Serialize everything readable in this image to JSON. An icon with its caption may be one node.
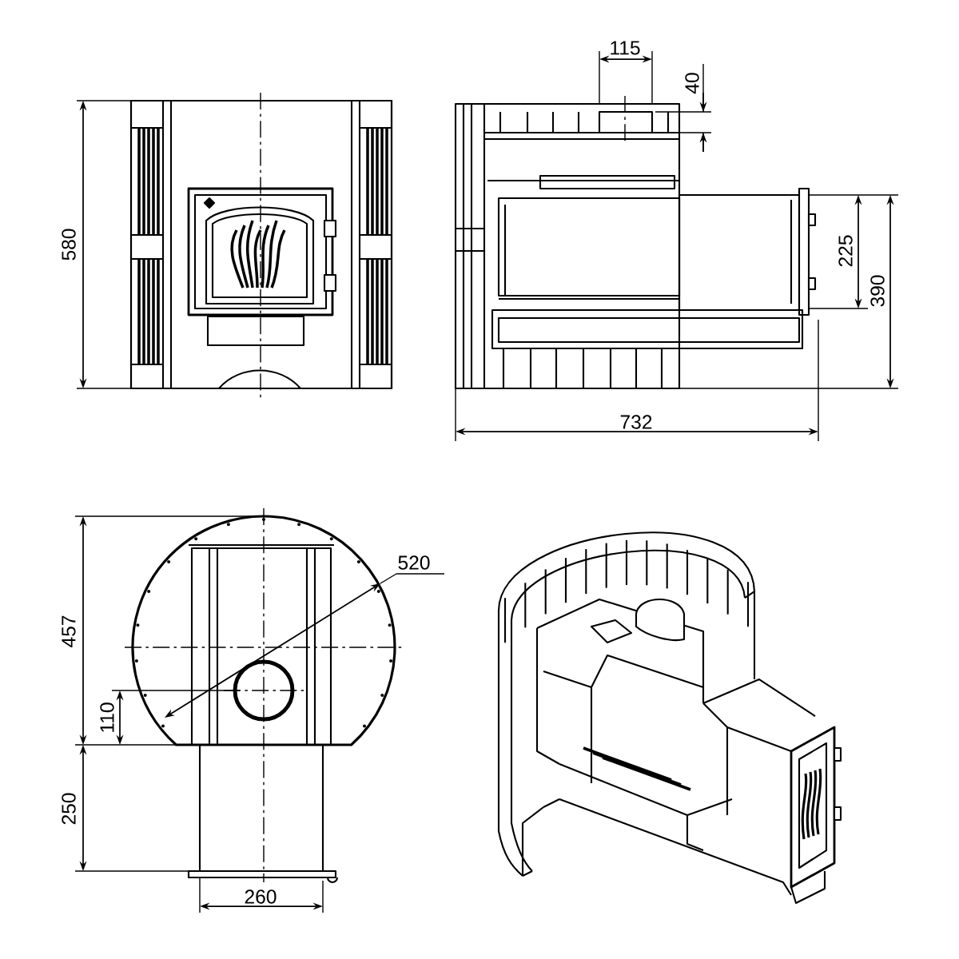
{
  "diagram": {
    "labels": [
      "115",
      "40",
      "580",
      "225",
      "390",
      "732",
      "520",
      "457",
      "110",
      "250",
      "260"
    ]
  }
}
